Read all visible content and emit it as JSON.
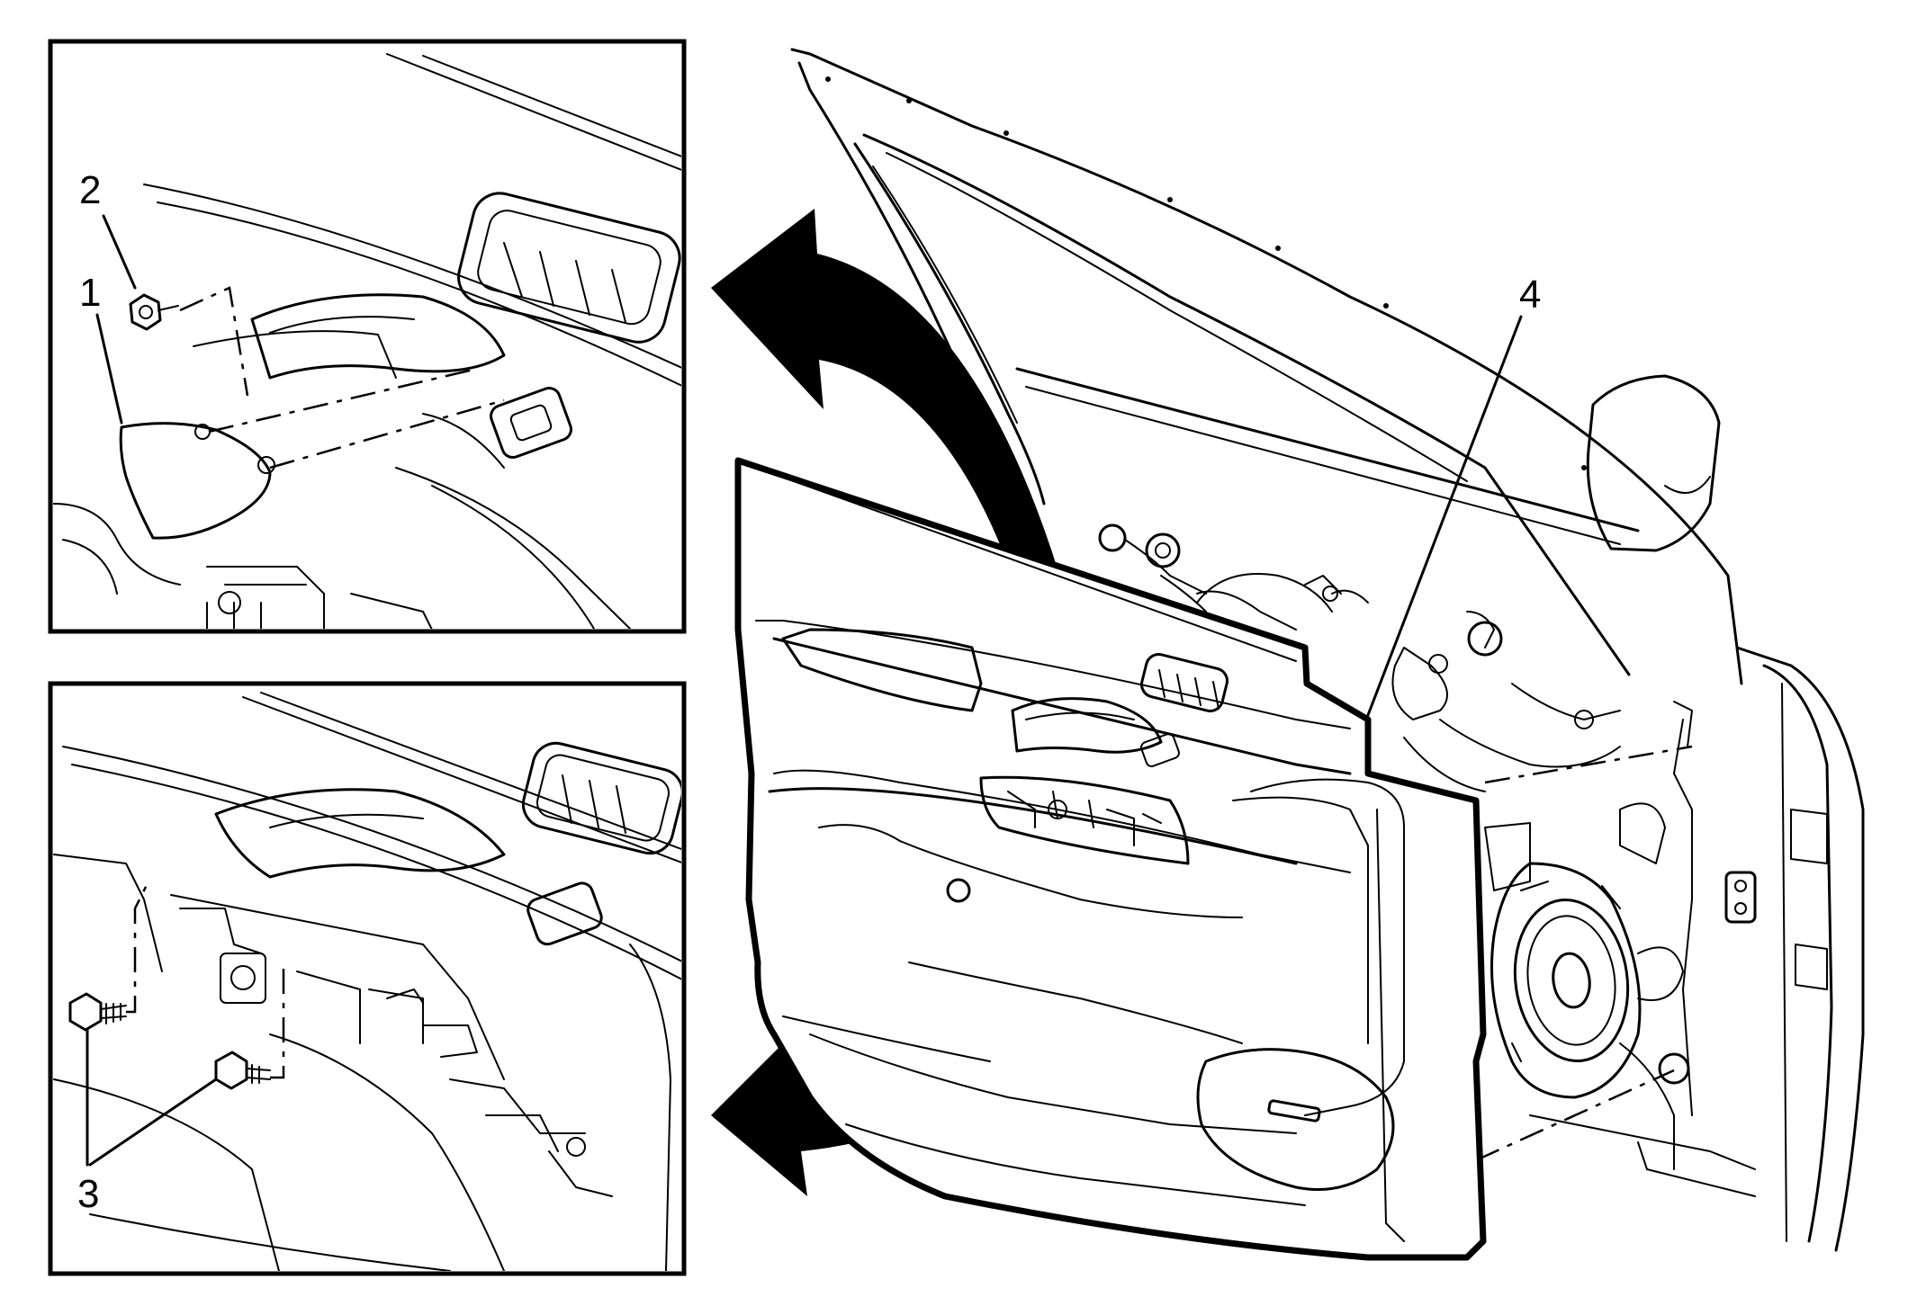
{
  "callouts": {
    "c1": "1",
    "c2": "2",
    "c3": "3",
    "c4": "4"
  },
  "colors": {
    "line": "#000000",
    "background": "#ffffff",
    "arrow_fill": "#000000"
  },
  "icons": {
    "speaker_grille": "speaker-grille-icon",
    "bolt": "bolt-icon",
    "push_pin_retainer": "retainer-icon",
    "arrow": "curved-arrow-icon"
  }
}
